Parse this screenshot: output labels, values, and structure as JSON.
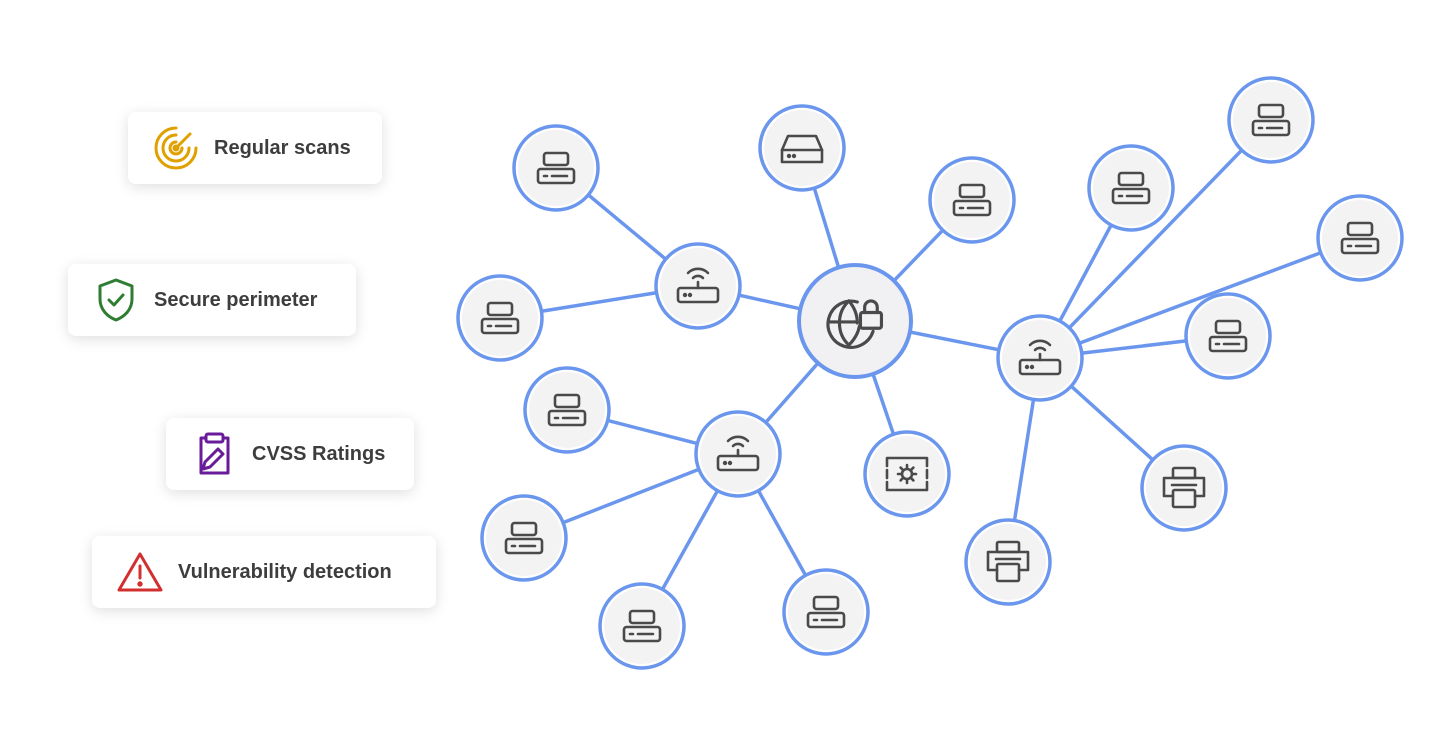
{
  "features": [
    {
      "id": "scans",
      "label": "Regular scans",
      "icon": "radar-icon",
      "color": "#e0a000"
    },
    {
      "id": "perimeter",
      "label": "Secure perimeter",
      "icon": "shield-check-icon",
      "color": "#2e7d32"
    },
    {
      "id": "cvss",
      "label": "CVSS Ratings",
      "icon": "clipboard-edit-icon",
      "color": "#6a1b9a"
    },
    {
      "id": "vulnerability",
      "label": "Vulnerability detection",
      "icon": "warning-icon",
      "color": "#d32f2f"
    }
  ],
  "network": {
    "colors": {
      "link": "#6b96ee",
      "node_border": "#6b96ee",
      "node_fill": "#ffffff",
      "hub_fill": "#f1f1f3",
      "icon": "#4a4a4a"
    },
    "nodes": [
      {
        "id": "internet",
        "icon": "globe-lock-icon",
        "role": "hub"
      },
      {
        "id": "router-left",
        "icon": "router-icon",
        "role": "router"
      },
      {
        "id": "router-bottom",
        "icon": "router-icon",
        "role": "router"
      },
      {
        "id": "router-right",
        "icon": "router-icon",
        "role": "router"
      },
      {
        "id": "storage",
        "icon": "storage-drive-icon",
        "role": "device"
      },
      {
        "id": "settings-panel",
        "icon": "settings-panel-icon",
        "role": "device"
      },
      {
        "id": "server-top-center",
        "icon": "server-icon",
        "role": "device"
      },
      {
        "id": "server-left-top",
        "icon": "server-icon",
        "role": "device"
      },
      {
        "id": "server-left-mid",
        "icon": "server-icon",
        "role": "device"
      },
      {
        "id": "server-bottom-a",
        "icon": "server-icon",
        "role": "device"
      },
      {
        "id": "server-bottom-b",
        "icon": "server-icon",
        "role": "device"
      },
      {
        "id": "server-bottom-c",
        "icon": "server-icon",
        "role": "device"
      },
      {
        "id": "server-bottom-d",
        "icon": "server-icon",
        "role": "device"
      },
      {
        "id": "server-right-a",
        "icon": "server-icon",
        "role": "device"
      },
      {
        "id": "server-right-b",
        "icon": "server-icon",
        "role": "device"
      },
      {
        "id": "server-right-c",
        "icon": "server-icon",
        "role": "device"
      },
      {
        "id": "server-right-d",
        "icon": "server-icon",
        "role": "device"
      },
      {
        "id": "printer-a",
        "icon": "printer-icon",
        "role": "device"
      },
      {
        "id": "printer-b",
        "icon": "printer-icon",
        "role": "device"
      }
    ],
    "links": [
      [
        "internet",
        "router-left"
      ],
      [
        "internet",
        "router-bottom"
      ],
      [
        "internet",
        "router-right"
      ],
      [
        "internet",
        "storage"
      ],
      [
        "internet",
        "server-top-center"
      ],
      [
        "internet",
        "settings-panel"
      ],
      [
        "router-left",
        "server-left-top"
      ],
      [
        "router-left",
        "server-left-mid"
      ],
      [
        "router-bottom",
        "server-bottom-a"
      ],
      [
        "router-bottom",
        "server-bottom-b"
      ],
      [
        "router-bottom",
        "server-bottom-c"
      ],
      [
        "router-bottom",
        "server-bottom-d"
      ],
      [
        "router-right",
        "server-right-a"
      ],
      [
        "router-right",
        "server-right-b"
      ],
      [
        "router-right",
        "server-right-c"
      ],
      [
        "router-right",
        "server-right-d"
      ],
      [
        "router-right",
        "printer-a"
      ],
      [
        "router-right",
        "printer-b"
      ]
    ]
  }
}
